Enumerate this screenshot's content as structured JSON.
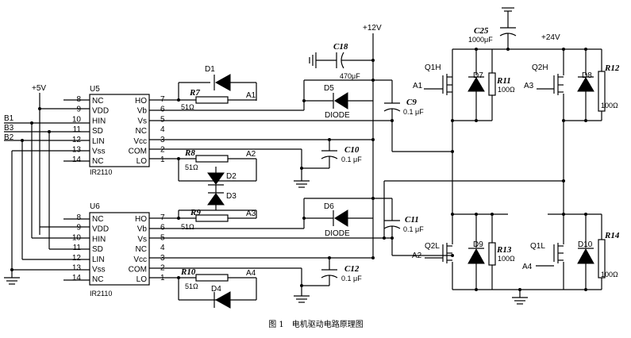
{
  "caption": "图 1　电机驱动电路原理图",
  "supplies": {
    "vcc5": "+5V",
    "v12": "+12V",
    "v24": "+24V"
  },
  "inputs": {
    "b1": "B1",
    "b2": "B2",
    "b3": "B3"
  },
  "u5": {
    "name": "U5",
    "part": "IR2110",
    "left_pins": [
      {
        "num": "8",
        "label": "NC"
      },
      {
        "num": "9",
        "label": "VDD"
      },
      {
        "num": "10",
        "label": "HIN"
      },
      {
        "num": "11",
        "label": "SD"
      },
      {
        "num": "12",
        "label": "LIN"
      },
      {
        "num": "13",
        "label": "Vss"
      },
      {
        "num": "14",
        "label": "NC"
      }
    ],
    "right_pins": [
      {
        "num": "7",
        "label": "HO"
      },
      {
        "num": "6",
        "label": "Vb"
      },
      {
        "num": "5",
        "label": "Vs"
      },
      {
        "num": "4",
        "label": "NC"
      },
      {
        "num": "3",
        "label": "Vcc"
      },
      {
        "num": "2",
        "label": "COM"
      },
      {
        "num": "1",
        "label": "LO"
      }
    ]
  },
  "u6": {
    "name": "U6",
    "part": "IR2110",
    "left_pins": [
      {
        "num": "8",
        "label": "NC"
      },
      {
        "num": "9",
        "label": "VDD"
      },
      {
        "num": "10",
        "label": "HIN"
      },
      {
        "num": "11",
        "label": "SD"
      },
      {
        "num": "12",
        "label": "LIN"
      },
      {
        "num": "13",
        "label": "Vss"
      },
      {
        "num": "14",
        "label": "NC"
      }
    ],
    "right_pins": [
      {
        "num": "7",
        "label": "HO"
      },
      {
        "num": "6",
        "label": "Vb"
      },
      {
        "num": "5",
        "label": "Vs"
      },
      {
        "num": "4",
        "label": "NC"
      },
      {
        "num": "3",
        "label": "Vcc"
      },
      {
        "num": "2",
        "label": "COM"
      },
      {
        "num": "1",
        "label": "LO"
      }
    ]
  },
  "components": {
    "d1": "D1",
    "d2": "D2",
    "d3": "D3",
    "d4": "D4",
    "d5": "D5",
    "d5_type": "DIODE",
    "d6": "D6",
    "d6_type": "DIODE",
    "d7": "D7",
    "d8": "D8",
    "d9": "D9",
    "d10": "D10",
    "r7": "R7",
    "r7v": "51Ω",
    "r8": "R8",
    "r8v": "51Ω",
    "r9": "R9",
    "r9v": "51Ω",
    "r10": "R10",
    "r10v": "51Ω",
    "r11": "R11",
    "r11v": "100Ω",
    "r12": "R12",
    "r12v": "100Ω",
    "r13": "R13",
    "r13v": "100Ω",
    "r14": "R14",
    "r14v": "100Ω",
    "c9": "C9",
    "c9v": "0.1 μF",
    "c10": "C10",
    "c10v": "0.1 μF",
    "c11": "C11",
    "c11v": "0.1 μF",
    "c12": "C12",
    "c12v": "0.1 μF",
    "c18": "C18",
    "c18v": "470μF",
    "c25": "C25",
    "c25v": "1000μF",
    "q1h": "Q1H",
    "q2h": "Q2H",
    "q1l": "Q1L",
    "q2l": "Q2L"
  },
  "nets": {
    "a1": "A1",
    "a2": "A2",
    "a3": "A3",
    "a4": "A4"
  }
}
